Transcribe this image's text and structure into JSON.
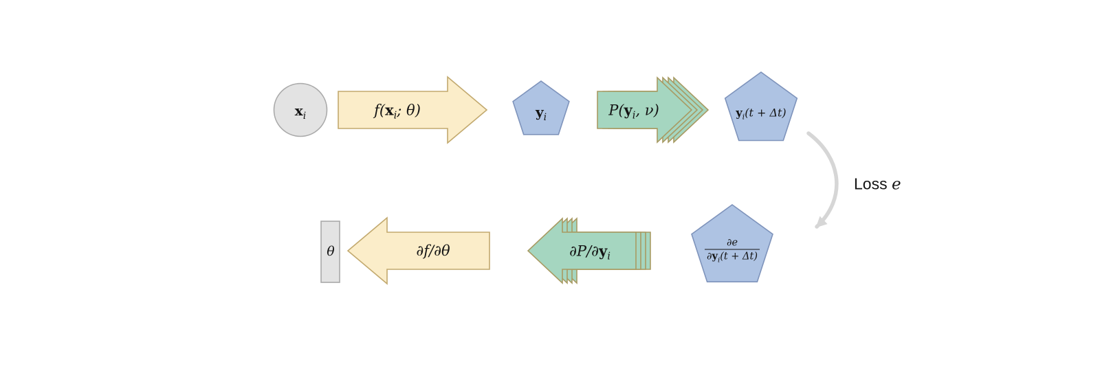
{
  "diagram": {
    "top_row": {
      "input_node": {
        "vec": "x",
        "sub": "i"
      },
      "forward_f_arrow": {
        "pre": "f(",
        "vec": "x",
        "sub": "i",
        "post": "; θ)"
      },
      "y_node": {
        "vec": "y",
        "sub": "i"
      },
      "forward_p_arrow": {
        "pre": "P(",
        "vec": "y",
        "sub": "i",
        "post": ", ν)"
      },
      "y_next_node": {
        "vec": "y",
        "sub": "i",
        "post": "(t + Δt)"
      }
    },
    "loss_arrow": {
      "text": "Loss ",
      "symbol": "e"
    },
    "bottom_row": {
      "gradient_node": {
        "numerator": "∂e",
        "den_pre": "∂",
        "den_vec": "y",
        "den_sub": "i",
        "den_post": "(t + Δt)"
      },
      "backward_p_arrow": {
        "pre": "∂P/∂",
        "vec": "y",
        "sub": "i"
      },
      "backward_f_arrow": {
        "label": "∂f/∂θ"
      },
      "theta_node": {
        "label": "θ"
      }
    },
    "colors": {
      "node_gray_fill": "#e3e3e3",
      "node_gray_stroke": "#a9a9a9",
      "arrow_yellow_fill": "#fbedc9",
      "arrow_yellow_stroke": "#c2a96e",
      "arrow_green_fill": "#a5d6c0",
      "arrow_green_stroke": "#a89a62",
      "pentagon_blue_fill": "#aec3e3",
      "pentagon_blue_stroke": "#7e93bb",
      "loss_arrow_gray": "#d6d6d6",
      "text": "#141414"
    }
  }
}
